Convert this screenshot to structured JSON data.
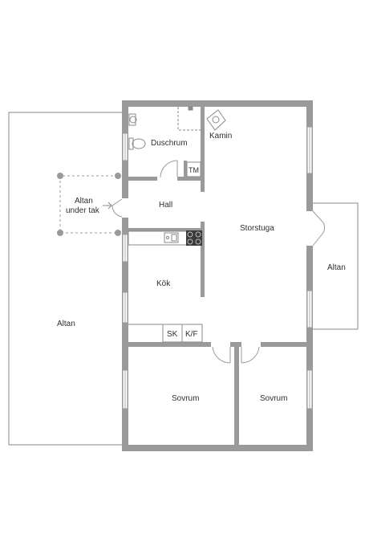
{
  "rooms": {
    "duschrum": "Duschrum",
    "kamin": "Kamin",
    "tm": "TM",
    "hall": "Hall",
    "storstuga": "Storstuga",
    "kok": "Kök",
    "sk": "SK",
    "kf": "K/F",
    "sovrum_left": "Sovrum",
    "sovrum_right": "Sovrum",
    "altan_left": "Altan",
    "altan_covered_line1": "Altan",
    "altan_covered_line2": "under tak",
    "altan_right": "Altan"
  },
  "colors": {
    "wall": "#9a9a9a",
    "thin_line": "#8a8a8a",
    "text": "#2f2f2f",
    "background": "#ffffff"
  }
}
